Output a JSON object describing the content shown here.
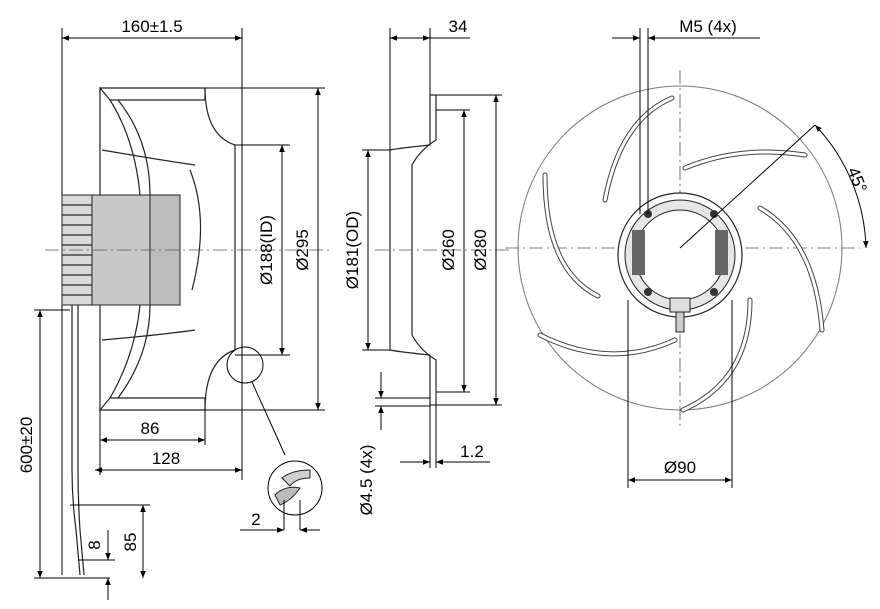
{
  "dimensions": {
    "width_total": "160±1.5",
    "cable_length": "600±20",
    "inlet_depth": "86",
    "body_depth": "128",
    "inner_diameter": "Ø188(ID)",
    "outer_diameter_fan": "Ø295",
    "ring_outer": "Ø181(OD)",
    "ring_width": "34",
    "d260": "Ø260",
    "d280": "Ø280",
    "hole": "Ø4.5 (4x)",
    "flange_thickness": "1.2",
    "detail_gap": "2",
    "wire_strip": "8",
    "wire_end": "85",
    "thread": "M5 (4x)",
    "angle": "45°",
    "hub_diameter": "Ø90"
  },
  "colors": {
    "line": "#000000",
    "fill": "#ffffff",
    "shade": "#cfcfcf"
  }
}
